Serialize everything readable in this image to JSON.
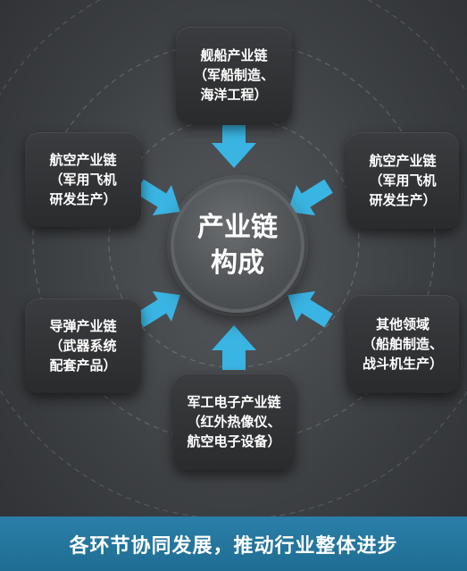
{
  "center": {
    "line1": "产业链",
    "line2": "构成"
  },
  "nodes": {
    "top": {
      "lines": [
        "舰船产业链",
        "（军船制造、",
        "海洋工程）"
      ]
    },
    "left_upper": {
      "lines": [
        "航空产业链",
        "（军用飞机",
        "研发生产）"
      ]
    },
    "right_upper": {
      "lines": [
        "航空产业链",
        "（军用飞机",
        "研发生产）"
      ]
    },
    "left_lower": {
      "lines": [
        "导弹产业链",
        "（武器系统",
        "配套产品）"
      ]
    },
    "right_lower": {
      "lines": [
        "其他领域",
        "（船舶制造、",
        "战斗机生产）"
      ]
    },
    "bottom": {
      "lines": [
        "军工电子产业链",
        "（红外热像仪、",
        "航空电子设备）"
      ]
    }
  },
  "footer": {
    "text": "各环节协同发展，推动行业整体进步"
  },
  "colors": {
    "arrow": "#3ab4e2",
    "footer": "#2478a0",
    "card": "#2f3133"
  }
}
